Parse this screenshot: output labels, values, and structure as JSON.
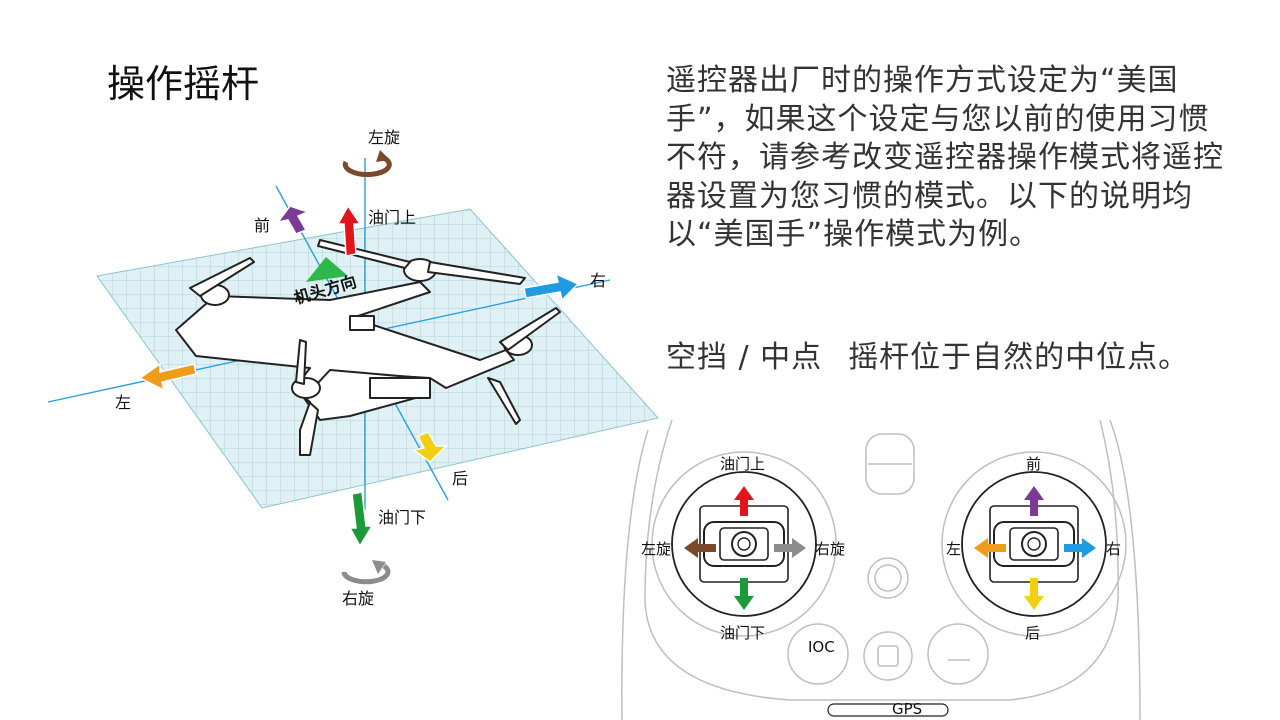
{
  "title": "操作摇杆",
  "description": "遥控器出厂时的操作方式设定为“美国手”，如果这个设定与您以前的使用习惯不符，请参考改变遥控器操作模式将遥控器设置为您习惯的模式。以下的说明均以“美国手”操作模式为例。",
  "neutral": {
    "label": "空挡 / 中点",
    "text": "摇杆位于自然的中位点。"
  },
  "drone_diagram": {
    "heading_label": "机头方向",
    "rotate_left": "左旋",
    "rotate_right": "右旋",
    "forward": "前",
    "backward": "后",
    "left": "左",
    "right": "右",
    "throttle_up": "油门上",
    "throttle_down": "油门下"
  },
  "remote": {
    "left_stick": {
      "up": "油门上",
      "down": "油门下",
      "left": "左旋",
      "right": "右旋"
    },
    "right_stick": {
      "up": "前",
      "down": "后",
      "left": "左",
      "right": "右"
    },
    "ioc_button": "IOC",
    "status_gps": "GPS"
  },
  "colors": {
    "forward": "#7a3a96",
    "throttle_up": "#e3141b",
    "throttle_down": "#1c9a3a",
    "right": "#1f9be0",
    "left": "#ef9c1a",
    "backward": "#f2cf10",
    "rotate_left": "#7a4a2a",
    "rotate_right": "#8c8c8c",
    "grid": "#cfe9ee",
    "axis": "#2aa0dc"
  }
}
